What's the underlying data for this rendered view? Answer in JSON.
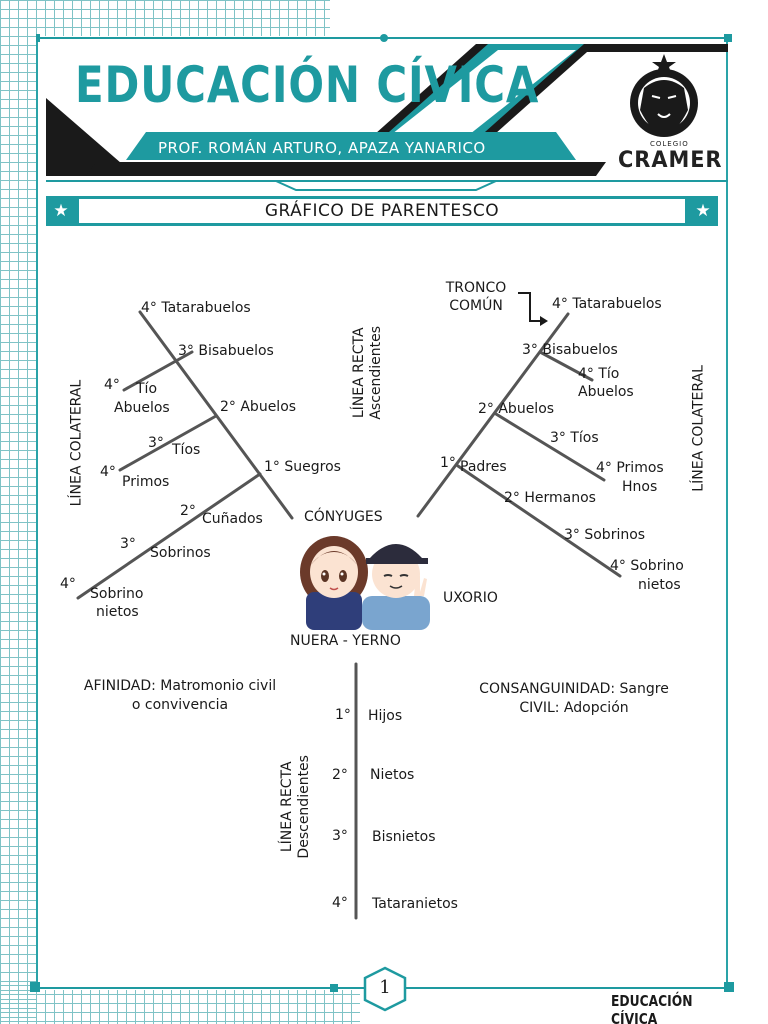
{
  "header": {
    "title": "EDUCACIÓN CÍVICA",
    "professor": "PROF. ROMÁN ARTURO, APAZA YANARICO",
    "logo_small": "COLEGIO",
    "logo_big": "CRAMER"
  },
  "section": {
    "title": "GRÁFICO DE PARENTESCO"
  },
  "colors": {
    "accent": "#1e9aa0",
    "dark": "#1a1a1a",
    "grid": "#7fc3c6"
  },
  "left_tree": {
    "vertical_label": "LÍNEA COLATERAL",
    "tatarabuelos": "4° Tatarabuelos",
    "bisabuelos": "3° Bisabuelos",
    "tio_abuelos_deg": "4°",
    "tio_abuelos_1": "Tío",
    "tio_abuelos_2": "Abuelos",
    "abuelos": "2° Abuelos",
    "tios_deg": "3°",
    "tios": "Tíos",
    "primos_deg": "4°",
    "primos": "Primos",
    "suegros": "1° Suegros",
    "cunados_deg": "2°",
    "cunados": "Cuñados",
    "sobrinos_deg": "3°",
    "sobrinos": "Sobrinos",
    "sobrino_nietos_deg": "4°",
    "sobrino_nietos_1": "Sobrino",
    "sobrino_nietos_2": "nietos"
  },
  "center": {
    "linea_recta_asc_1": "LÍNEA RECTA",
    "linea_recta_asc_2": "Ascendientes",
    "conyuges": "CÓNYUGES",
    "uxorio": "UXORIO",
    "nuera_yerno": "NUERA - YERNO"
  },
  "right_tree": {
    "tronco_1": "TRONCO",
    "tronco_2": "COMÚN",
    "tatarabuelos": "4° Tatarabuelos",
    "bisabuelos": "3° Bisabuelos",
    "tio_abuelos_1": "4° Tío",
    "tio_abuelos_2": "Abuelos",
    "abuelos": "2° Abuelos",
    "tios": "3° Tíos",
    "padres_deg": "1°",
    "padres": "Padres",
    "primos_hnos_1": "4° Primos",
    "primos_hnos_2": "Hnos",
    "hermanos": "2° Hermanos",
    "sobrinos": "3° Sobrinos",
    "sobrino_nietos_1": "4° Sobrino",
    "sobrino_nietos_2": "nietos",
    "vertical_label": "LÍNEA COLATERAL"
  },
  "bottom": {
    "afinidad_1": "AFINIDAD: Matromonio civil",
    "afinidad_2": "o convivencia",
    "consanguinidad_1": "CONSANGUINIDAD: Sangre",
    "consanguinidad_2": "CIVIL: Adopción",
    "linea_recta_desc_1": "LÍNEA RECTA",
    "linea_recta_desc_2": "Descendientes",
    "descendants": [
      {
        "deg": "1°",
        "name": "Hijos"
      },
      {
        "deg": "2°",
        "name": "Nietos"
      },
      {
        "deg": "3°",
        "name": "Bisnietos"
      },
      {
        "deg": "4°",
        "name": "Tataranietos"
      }
    ]
  },
  "footer": {
    "page_number": "1",
    "text": "EDUCACIÓN CÍVICA"
  }
}
